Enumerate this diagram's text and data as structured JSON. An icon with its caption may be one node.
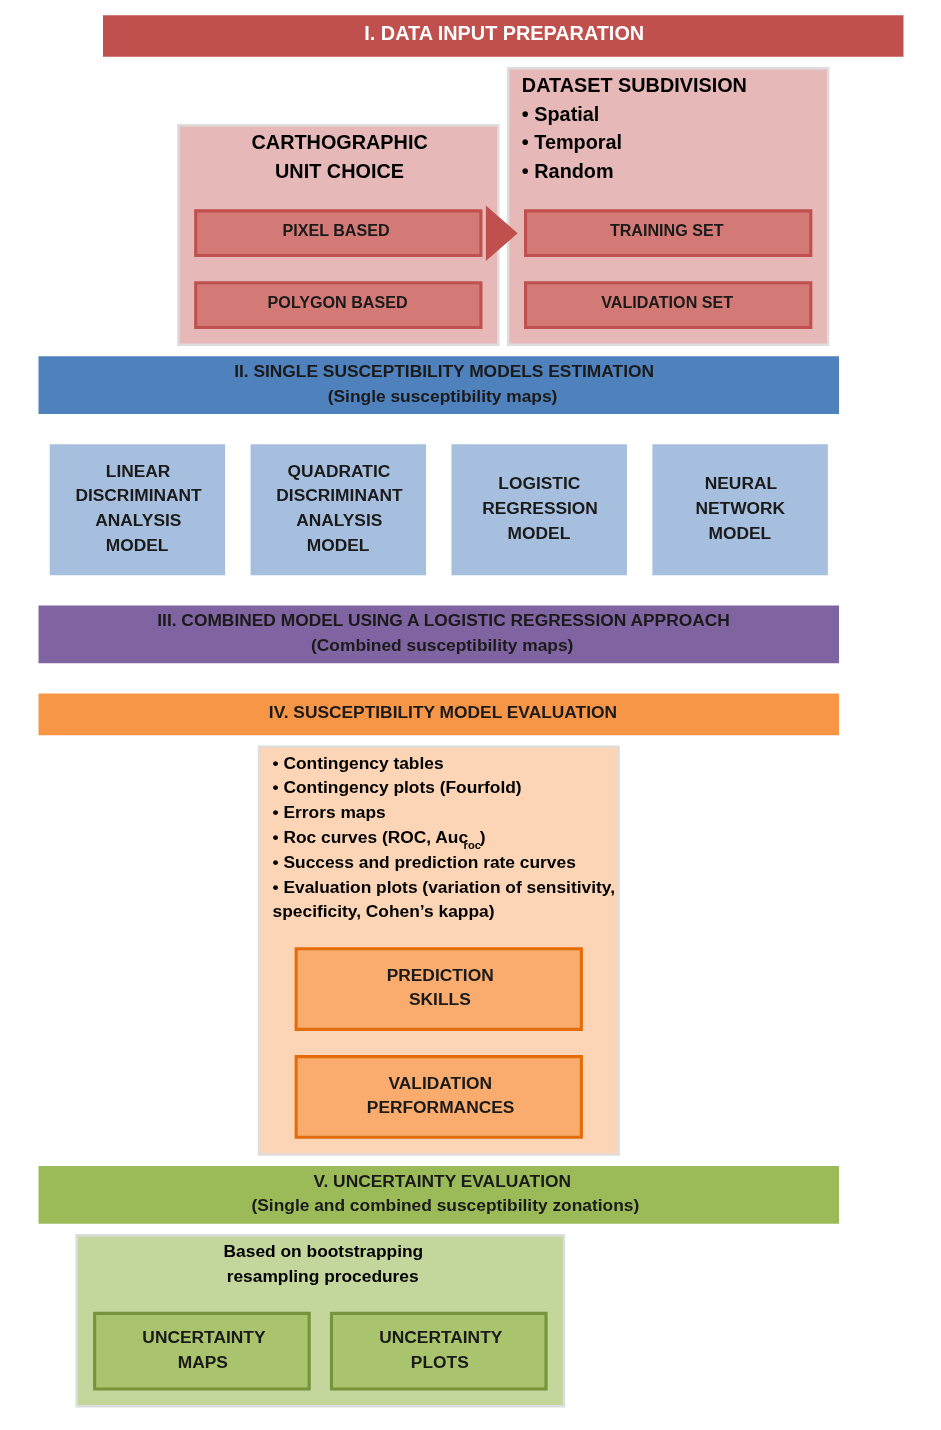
{
  "diagram": {
    "nodes": [
      {
        "text": [
          "I. DATA INPUT PREPARATION"
        ]
      },
      {
        "text": [
          "CARTHOGRAPHIC UNIT CHOICE"
        ]
      },
      {
        "text": [
          "PIXEL BASED"
        ],
        "in": 1
      },
      {
        "text": [
          "POLYGON BASED"
        ],
        "in": 1
      },
      {
        "text": [
          "DATASET SUBDIVISION",
          "• Spatial",
          "• Temporal",
          "• Random"
        ]
      },
      {
        "text": [
          "TRAINING SET"
        ],
        "in": 4
      },
      {
        "text": [
          "VALIDATION SET"
        ],
        "in": 4
      },
      {
        "text": [
          "II. SINGLE SUSCEPTIBILITY MODELS ESTIMATION",
          "(Single susceptibility maps)"
        ]
      },
      {
        "text": [
          "LINEAR DISCRIMINANT ANALYSIS MODEL"
        ]
      },
      {
        "text": [
          "QUADRATIC DISCRIMINANT ANALYSIS MODEL"
        ]
      },
      {
        "text": [
          "LOGISTIC REGRESSION MODEL"
        ]
      },
      {
        "text": [
          "NEURAL NETWORK MODEL"
        ]
      },
      {
        "text": [
          "III. COMBINED MODEL USING A LOGISTIC REGRESSION APPROACH",
          "(Combined susceptibility maps)"
        ]
      },
      {
        "text": [
          "IV. SUSCEPTIBILITY MODEL EVALUATION"
        ]
      },
      {
        "text": [
          "• Contingency tables",
          "• Contingency plots (Fourfold)",
          "• Errors maps",
          "• Roc curves (ROC, Auc$_{roc}$)",
          "• Success and prediction rate curves",
          "• Evaluation plots (variation of sensitivity, specificity, Cohen’s kappa)"
        ]
      },
      {
        "text": [
          "PREDICTION SKILLS"
        ],
        "in": 14
      },
      {
        "text": [
          "VALIDATION PERFORMANCES"
        ],
        "in": 14
      },
      {
        "text": [
          "V. UNCERTAINTY EVALUATION",
          "(Single and combined susceptibility zonations)"
        ]
      },
      {
        "text": [
          "Based on bootstrapping resampling procedures"
        ]
      },
      {
        "text": [
          "UNCERTAINTY PLOTS"
        ],
        "in": 18
      },
      {
        "text": [
          "UNCERTAINTY MAPS"
        ],
        "in": 18
      }
    ],
    "edges": [
      {
        "from": 1,
        "to": 4,
        "arrow": "to",
        "style": "thick"
      }
    ]
  }
}
